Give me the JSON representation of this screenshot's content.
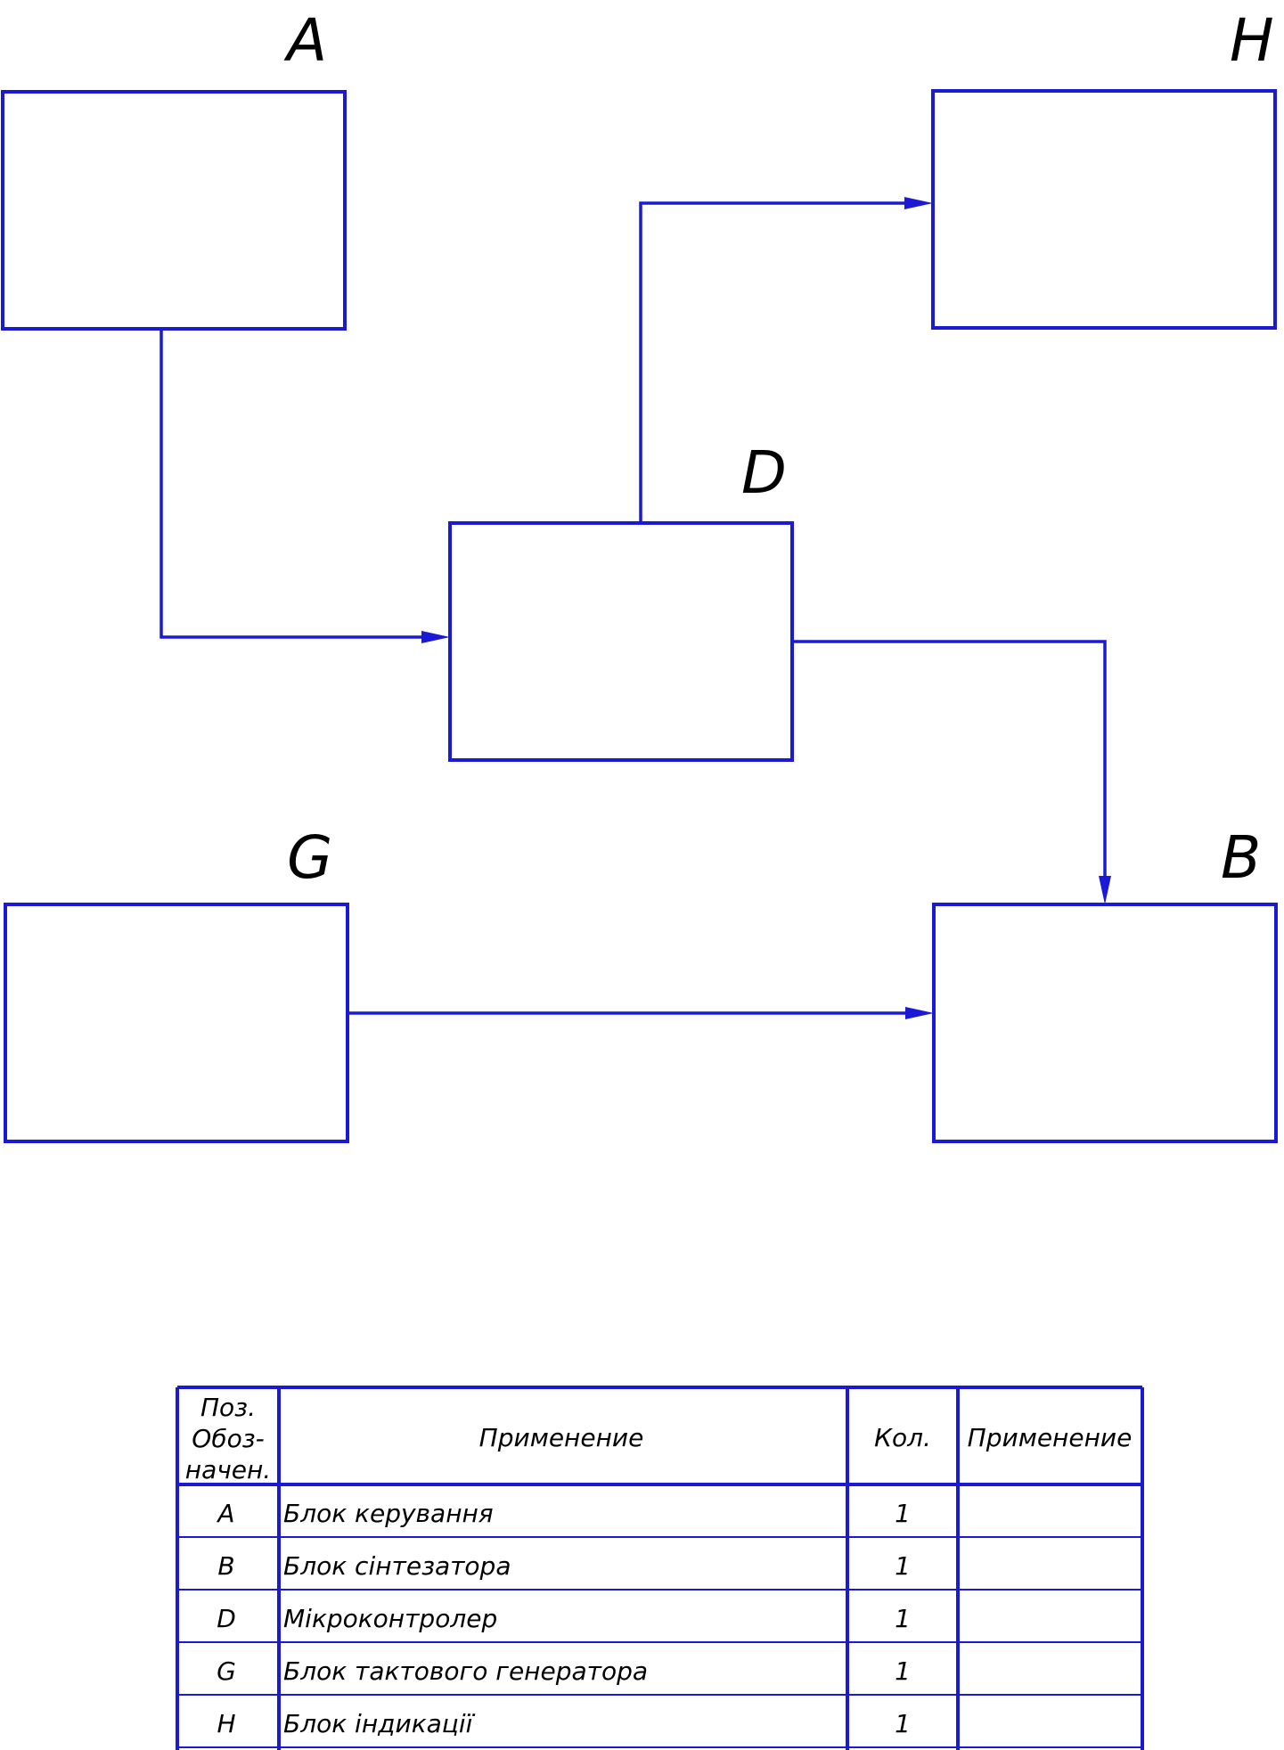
{
  "blocks": [
    {
      "id": "A",
      "label": "A"
    },
    {
      "id": "H",
      "label": "H"
    },
    {
      "id": "D",
      "label": "D"
    },
    {
      "id": "G",
      "label": "G"
    },
    {
      "id": "B",
      "label": "B"
    }
  ],
  "connections": [
    {
      "from": "A",
      "to": "D"
    },
    {
      "from": "D",
      "to": "H"
    },
    {
      "from": "D",
      "to": "B"
    },
    {
      "from": "G",
      "to": "B"
    }
  ],
  "table": {
    "headers": {
      "pos_line1": "Поз.",
      "pos_line2": "Обоз-",
      "pos_line3": "начен.",
      "name": "Применение",
      "qty": "Кол.",
      "note": "Применение"
    },
    "rows": [
      {
        "pos": "A",
        "name": "Блок керування",
        "qty": "1",
        "note": ""
      },
      {
        "pos": "B",
        "name": "Блок сінтезатора",
        "qty": "1",
        "note": ""
      },
      {
        "pos": "D",
        "name": "Мікроконтролер",
        "qty": "1",
        "note": ""
      },
      {
        "pos": "G",
        "name": "Блок тактового генератора",
        "qty": "1",
        "note": ""
      },
      {
        "pos": "H",
        "name": "Блок індикації",
        "qty": "1",
        "note": ""
      }
    ]
  }
}
